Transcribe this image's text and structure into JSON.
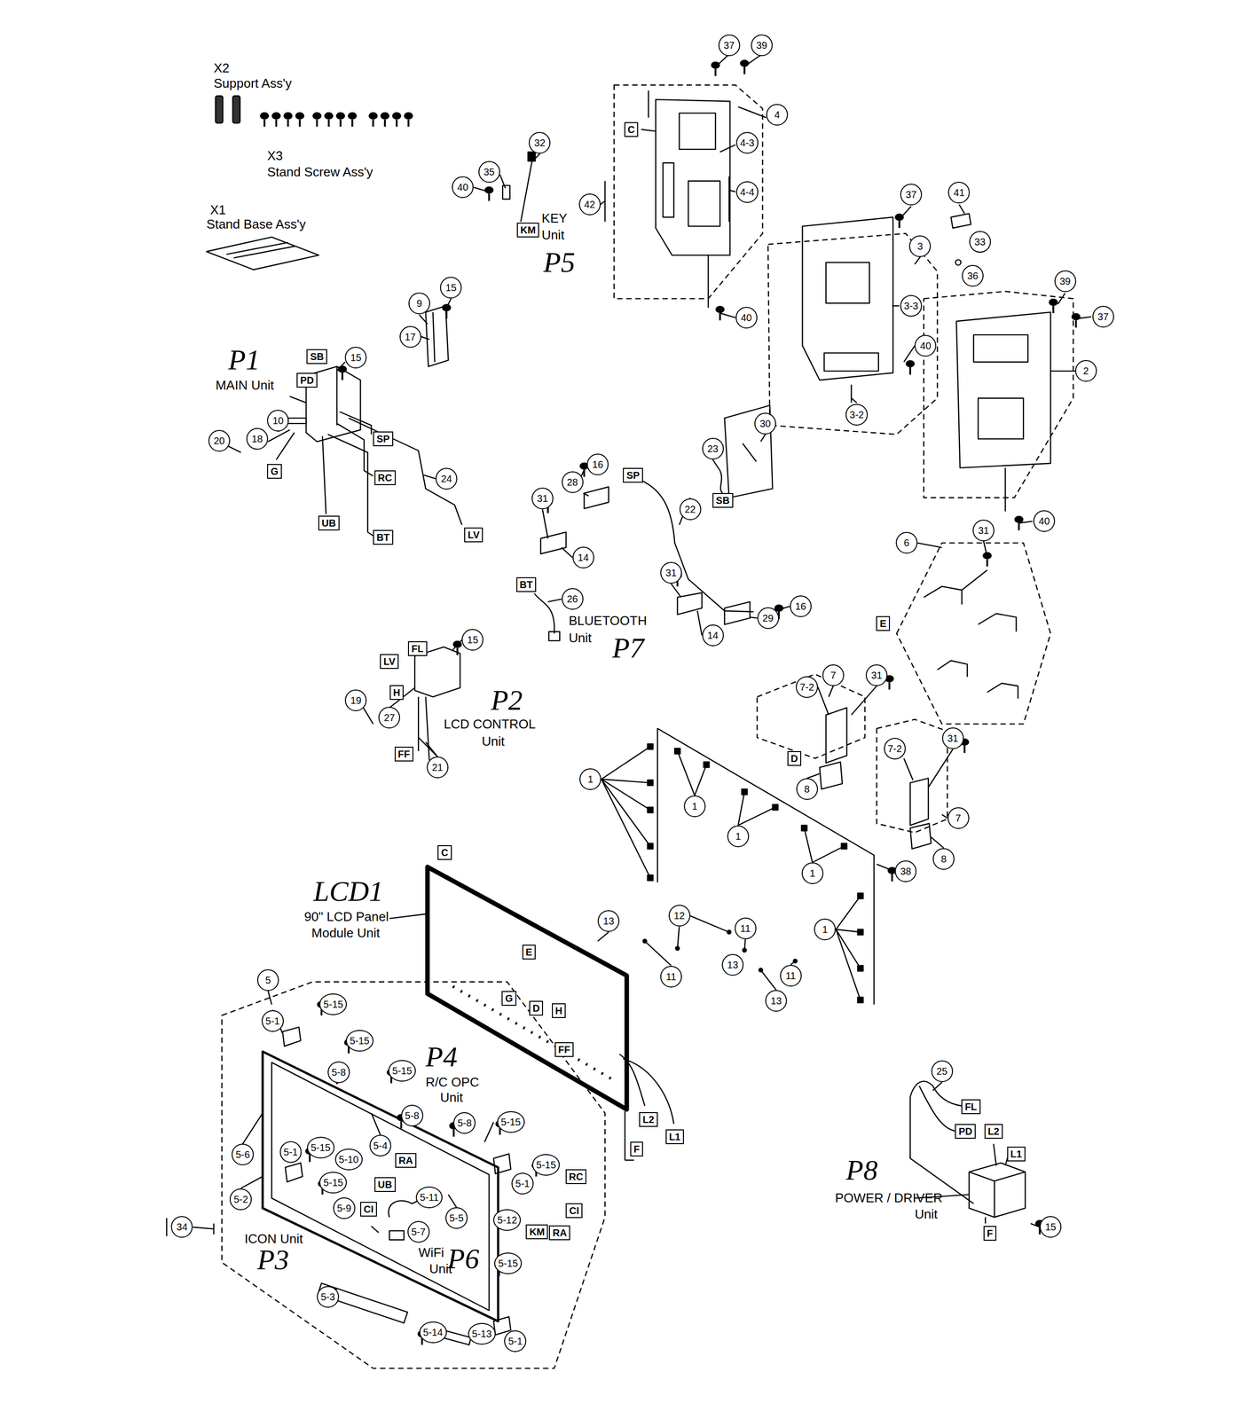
{
  "diagram": {
    "labels": [
      "X2",
      "Support Ass'y",
      "X3",
      "Stand Screw Ass'y",
      "X1",
      "Stand Base Ass'y",
      "37",
      "39",
      "4",
      "C",
      "32",
      "35",
      "40",
      "4-3",
      "42",
      "4-4",
      "KM",
      "KEY",
      "Unit",
      "P5",
      "40",
      "37",
      "41",
      "3",
      "33",
      "36",
      "3-3",
      "40",
      "3-2",
      "39",
      "37",
      "2",
      "40",
      "9",
      "15",
      "17",
      "P1",
      "SB",
      "MAIN Unit",
      "PD",
      "15",
      "10",
      "20",
      "18",
      "SP",
      "G",
      "RC",
      "24",
      "UB",
      "BT",
      "LV",
      "30",
      "23",
      "SB",
      "SP",
      "16",
      "28",
      "22",
      "31",
      "14",
      "31",
      "29",
      "16",
      "BT",
      "26",
      "BLUETOOTH",
      "Unit",
      "P7",
      "14",
      "6",
      "31",
      "E",
      "LV",
      "FL",
      "15",
      "H",
      "19",
      "27",
      "P2",
      "LCD CONTROL",
      "Unit",
      "FF",
      "21",
      "7",
      "7-2",
      "31",
      "D",
      "8",
      "7-2",
      "31",
      "7",
      "8",
      "1",
      "1",
      "1",
      "1",
      "38",
      "1",
      "C",
      "LCD1",
      "90\" LCD Panel",
      "Module Unit",
      "13",
      "E",
      "12",
      "11",
      "11",
      "13",
      "11",
      "13",
      "G",
      "D",
      "H",
      "FF",
      "L2",
      "L1",
      "F",
      "5",
      "5-15",
      "5-1",
      "5-15",
      "5-8",
      "5-15",
      "P4",
      "R/C OPC",
      "Unit",
      "5-8",
      "5-8",
      "5-15",
      "5-6",
      "5-4",
      "5-1",
      "5-15",
      "5-10",
      "5-15",
      "5-1",
      "RA",
      "RC",
      "5-15",
      "5-2",
      "UB",
      "5-11",
      "5-5",
      "5-12",
      "CI",
      "5-9",
      "CI",
      "KM",
      "RA",
      "34",
      "ICON Unit",
      "5-7",
      "WiFi",
      "Unit",
      "P3",
      "P6",
      "5-15",
      "5-3",
      "5-14",
      "5-13",
      "5-1",
      "25",
      "FL",
      "PD",
      "L2",
      "L1",
      "P8",
      "POWER / DRIVER",
      "Unit",
      "F",
      "15"
    ]
  }
}
